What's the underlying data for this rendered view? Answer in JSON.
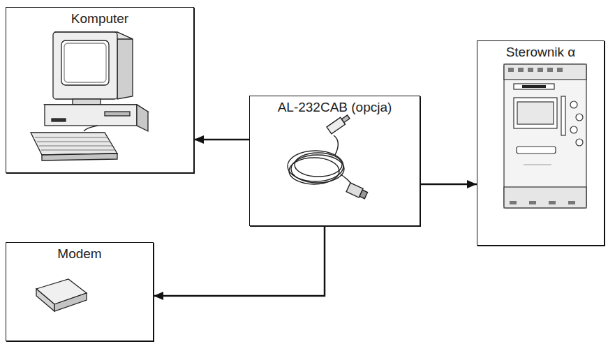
{
  "diagram": {
    "nodes": [
      {
        "text": [
          "Komputer"
        ]
      },
      {
        "text": [
          "AL-232CAB (opcja)"
        ]
      },
      {
        "text": [
          "Sterownik α"
        ]
      },
      {
        "text": [
          "Modem"
        ]
      }
    ],
    "edges": [
      {
        "from": 1,
        "to": 0,
        "arrow": "to"
      },
      {
        "from": 1,
        "to": 2,
        "arrow": "to"
      },
      {
        "from": 1,
        "to": 3,
        "arrow": "to"
      }
    ]
  }
}
